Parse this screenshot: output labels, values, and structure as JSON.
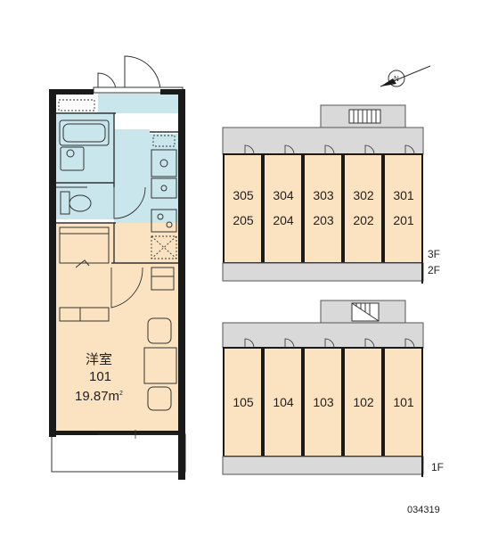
{
  "unit": {
    "room_type": "洋室",
    "number": "101",
    "area": "19.87m",
    "area_unit_sup": "2"
  },
  "upper_floors": {
    "floor_labels": [
      "3F",
      "2F"
    ],
    "rooms": [
      {
        "top": "305",
        "bottom": "205"
      },
      {
        "top": "304",
        "bottom": "204"
      },
      {
        "top": "303",
        "bottom": "203"
      },
      {
        "top": "302",
        "bottom": "202"
      },
      {
        "top": "301",
        "bottom": "201"
      }
    ]
  },
  "ground_floor": {
    "floor_label": "1F",
    "rooms": [
      "105",
      "104",
      "103",
      "102",
      "101"
    ]
  },
  "reference_code": "034319",
  "colors": {
    "room_fill": "#fbe3c2",
    "wet_area_fill": "#c8e6ec",
    "common_fill": "#d9d9d9",
    "wall": "#1a1a1a"
  },
  "icons": [
    "compass-icon",
    "stairs-icon",
    "door-icon",
    "kitchen-sink-icon",
    "toilet-icon",
    "bathtub-icon",
    "washer-icon",
    "desk-icon",
    "chair-icon",
    "bed-icon"
  ]
}
